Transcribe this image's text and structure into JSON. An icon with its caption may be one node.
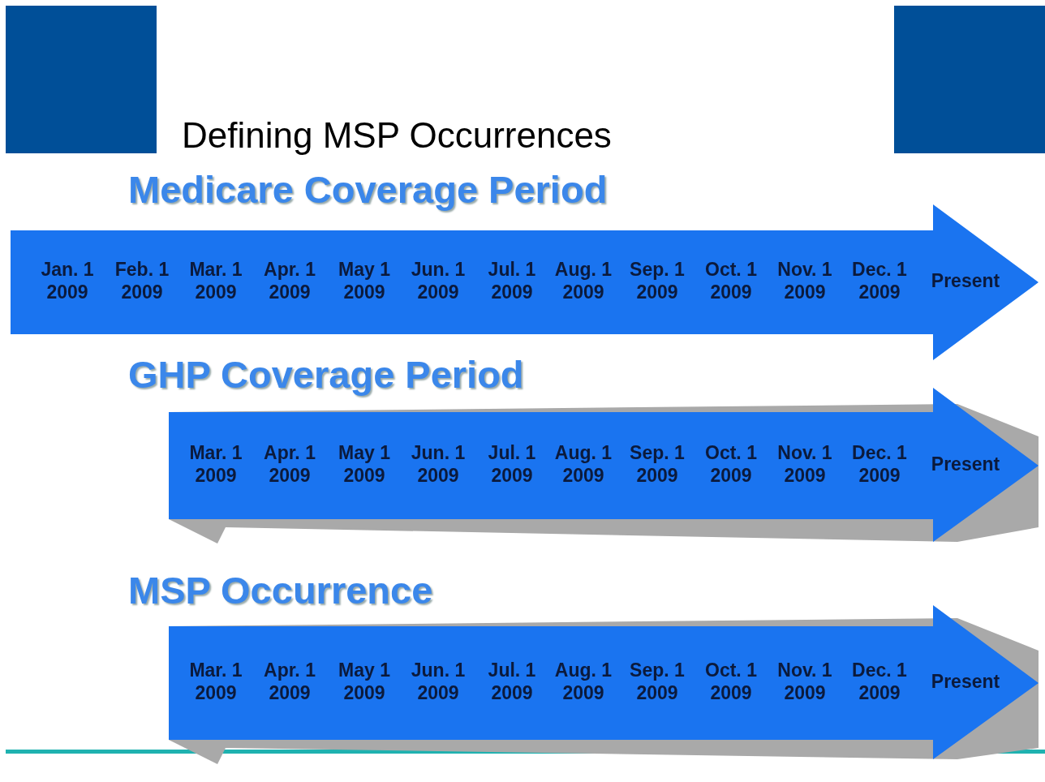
{
  "diagram": {
    "title": "Defining MSP Occurrences",
    "nodes": [
      {
        "text": [
          "Medicare Coverage Period",
          "Jan. 1 2009",
          "Feb. 1 2009",
          "Mar. 1 2009",
          "Apr. 1 2009",
          "May 1 2009",
          "Jun. 1 2009",
          "Jul. 1 2009",
          "Aug. 1 2009",
          "Sep. 1 2009",
          "Oct. 1 2009",
          "Nov. 1 2009",
          "Dec. 1 2009",
          "Present"
        ]
      },
      {
        "text": [
          "GHP Coverage Period",
          "Mar. 1 2009",
          "Apr. 1 2009",
          "May 1 2009",
          "Jun. 1 2009",
          "Jul. 1 2009",
          "Aug. 1 2009",
          "Sep. 1 2009",
          "Oct. 1 2009",
          "Nov. 1 2009",
          "Dec. 1 2009",
          "Present"
        ]
      },
      {
        "text": [
          "MSP Occurrence",
          "Mar. 1 2009",
          "Apr. 1 2009",
          "May 1 2009",
          "Jun. 1 2009",
          "Jul. 1 2009",
          "Aug. 1 2009",
          "Sep. 1 2009",
          "Oct. 1 2009",
          "Nov. 1 2009",
          "Dec. 1 2009",
          "Present"
        ]
      }
    ],
    "edges": []
  }
}
